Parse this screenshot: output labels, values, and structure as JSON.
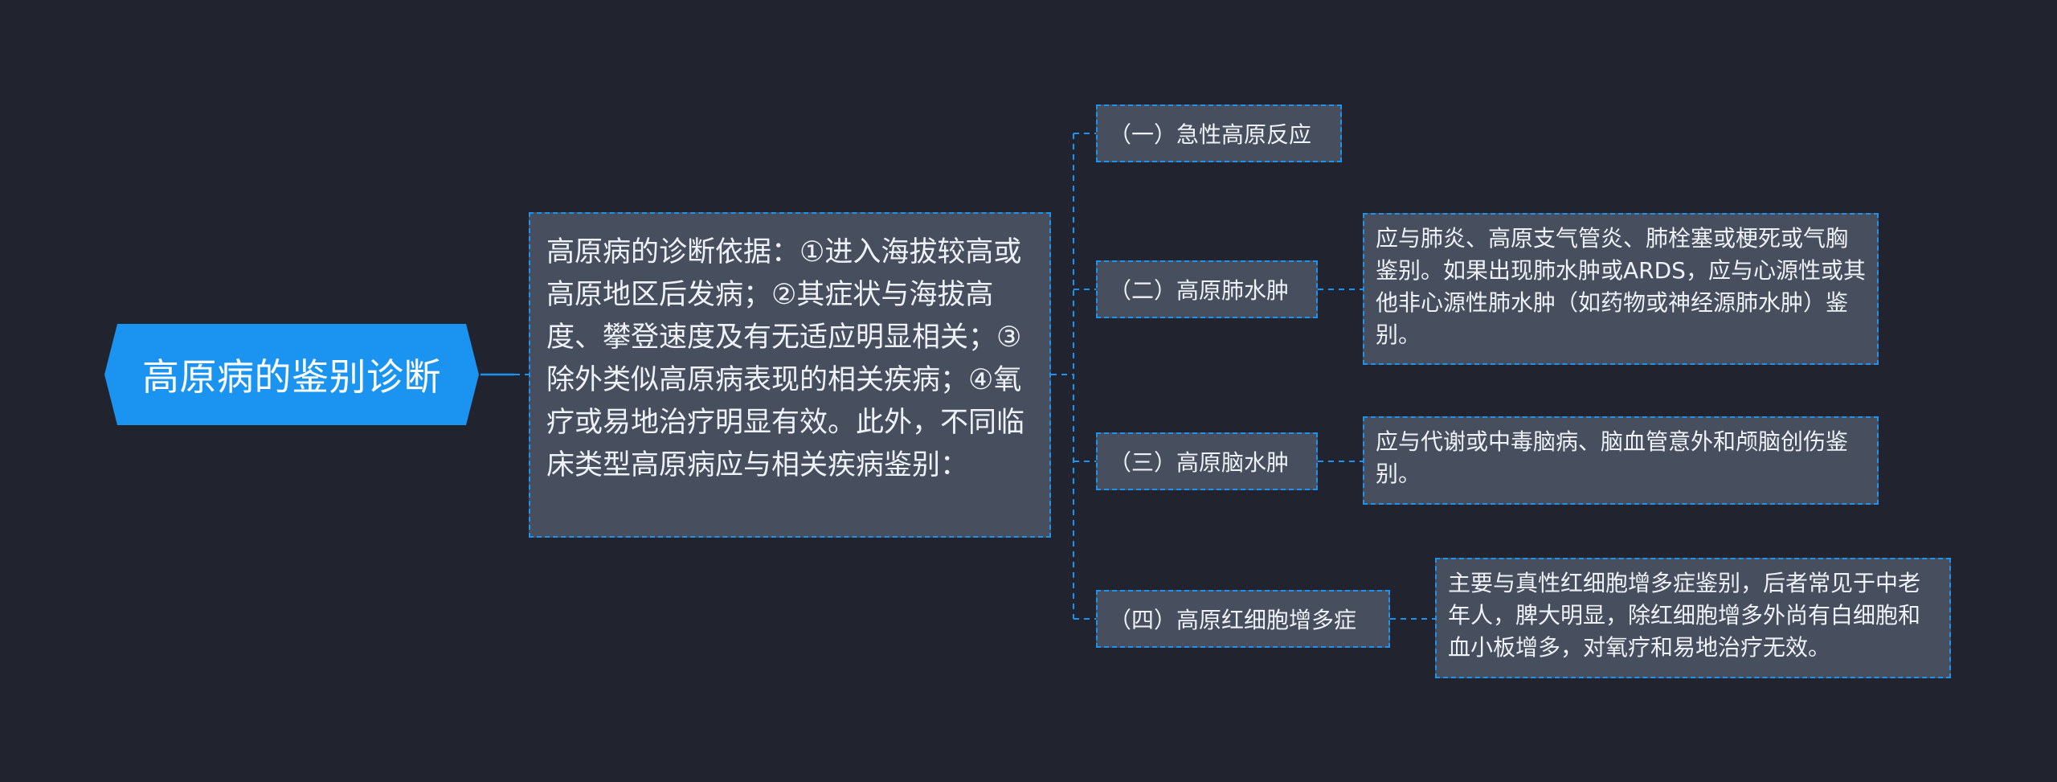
{
  "mindmap": {
    "root": "高原病的鉴别诊断",
    "description": "高原病的诊断依据：①进入海拔较高或高原地区后发病；②其症状与海拔高度、攀登速度及有无适应明显相关；③除外类似高原病表现的相关疾病；④氧疗或易地治疗明显有效。此外，不同临床类型高原病应与相关疾病鉴别：",
    "categories": [
      {
        "label": "（一）急性高原反应"
      },
      {
        "label": "（二）高原肺水肿",
        "detail": "应与肺炎、高原支气管炎、肺栓塞或梗死或气胸鉴别。如果出现肺水肿或ARDS，应与心源性或其他非心源性肺水肿（如药物或神经源肺水肿）鉴别。"
      },
      {
        "label": "（三）高原脑水肿",
        "detail": "应与代谢或中毒脑病、脑血管意外和颅脑创伤鉴别。"
      },
      {
        "label": "（四）高原红细胞增多症",
        "detail": "主要与真性红细胞增多症鉴别，后者常见于中老年人，脾大明显，除红细胞增多外尚有白细胞和血小板增多，对氧疗和易地治疗无效。"
      }
    ]
  },
  "colors": {
    "background": "#21242f",
    "root_fill": "#1a94f0",
    "node_fill": "#474e5e",
    "connector": "#1a94f0",
    "text": "#eef1f6"
  }
}
